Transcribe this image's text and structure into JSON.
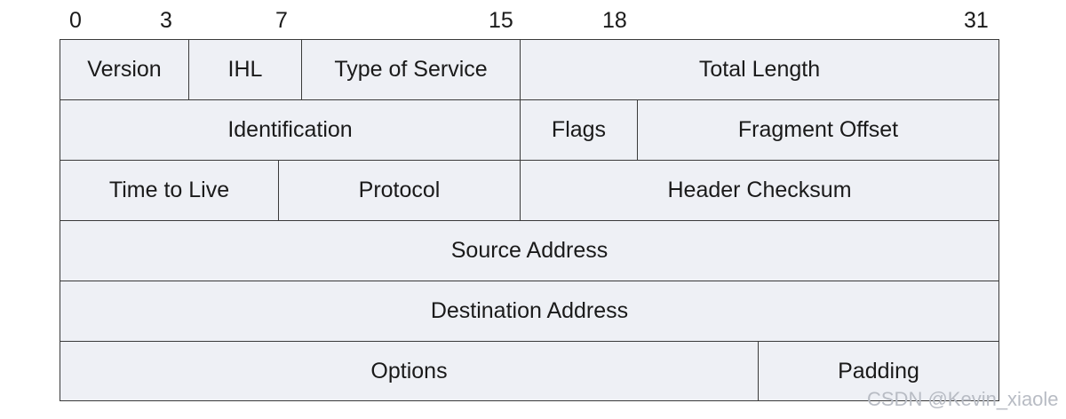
{
  "bit_positions": [
    "0",
    "3",
    "7",
    "15",
    "18",
    "31"
  ],
  "rows": [
    [
      {
        "name": "Version",
        "bits": 4
      },
      {
        "name": "IHL",
        "bits": 4
      },
      {
        "name": "Type of Service",
        "bits": 8
      },
      {
        "name": "Total Length",
        "bits": 16
      }
    ],
    [
      {
        "name": "Identification",
        "bits": 16
      },
      {
        "name": "Flags",
        "bits": 3
      },
      {
        "name": "Fragment Offset",
        "bits": 13
      }
    ],
    [
      {
        "name": "Time to Live",
        "bits": 8
      },
      {
        "name": "Protocol",
        "bits": 8
      },
      {
        "name": "Header Checksum",
        "bits": 16
      }
    ],
    [
      {
        "name": "Source Address",
        "bits": 32
      }
    ],
    [
      {
        "name": "Destination Address",
        "bits": 32
      }
    ],
    [
      {
        "name": "Options",
        "bits": 24
      },
      {
        "name": "Padding",
        "bits": 8
      }
    ]
  ],
  "watermark": "CSDN @Kevin_xiaole"
}
